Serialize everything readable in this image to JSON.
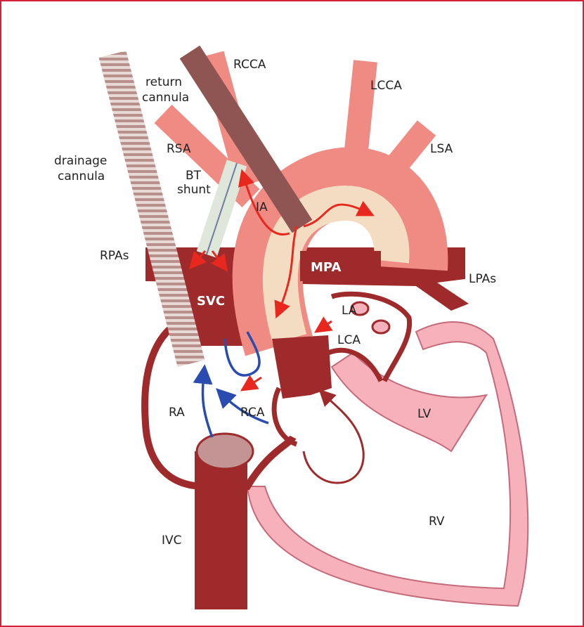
{
  "labels": {
    "rcca": "RCCA",
    "return_cannula_1": "return",
    "return_cannula_2": "cannula",
    "lcca": "LCCA",
    "lsa": "LSA",
    "rsa": "RSA",
    "drainage_cannula_1": "drainage",
    "drainage_cannula_2": "cannula",
    "bt_shunt_1": "BT",
    "bt_shunt_2": "shunt",
    "ia": "IA",
    "rpas": "RPAs",
    "mpa": "MPA",
    "lpas": "LPAs",
    "svc": "SVC",
    "la": "LA",
    "lca": "LCA",
    "ra": "RA",
    "rca": "RCA",
    "lv": "LV",
    "rv": "RV",
    "ivc": "IVC"
  },
  "colors": {
    "border": "#d4213a",
    "dark_red": "#9e2a2b",
    "salmon": "#ef8b82",
    "pink": "#f6b1bb",
    "beige": "#f4dcc2",
    "arrow_red": "#e8281e",
    "arrow_blue": "#2a4bb0",
    "cannula": "#c4a09c"
  }
}
